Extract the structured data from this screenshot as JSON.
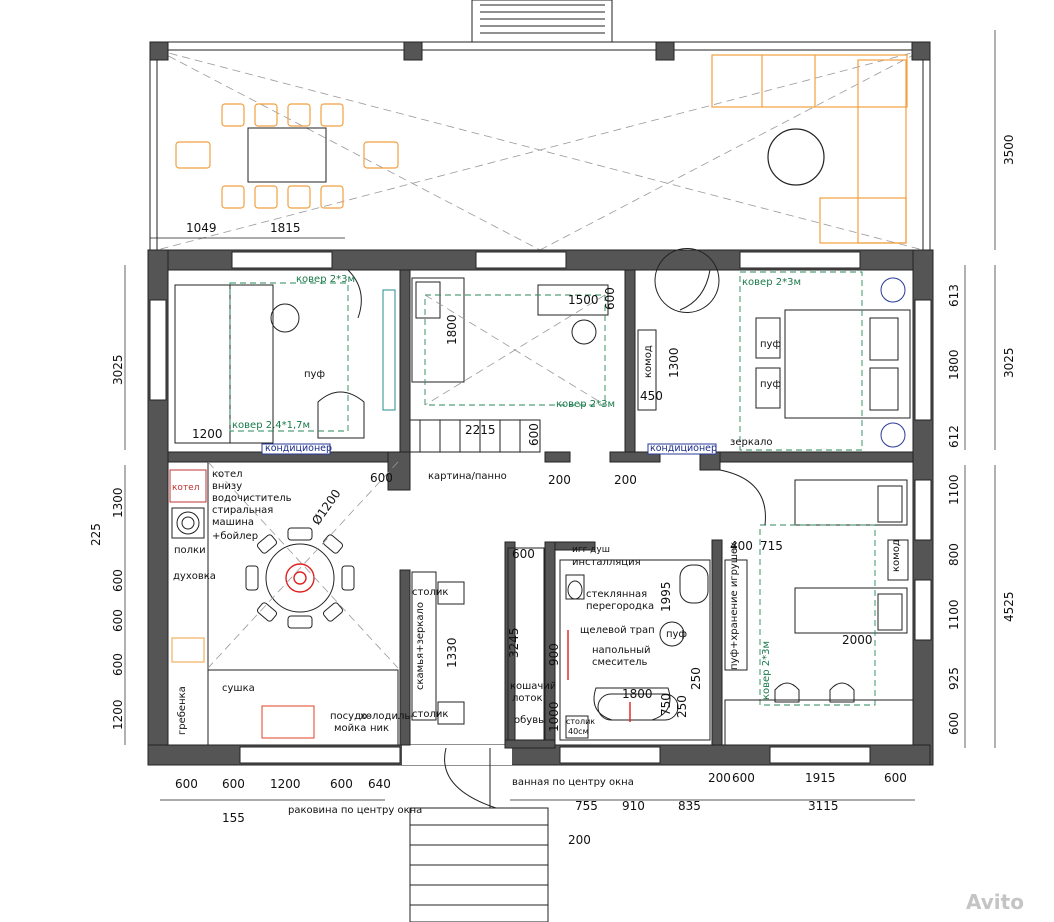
{
  "dims": {
    "top_left": "1049",
    "top_mid": "1815",
    "right_terrace": "3500",
    "left_upper": "3025",
    "right_upper": "3025",
    "right_613": "613",
    "right_1800": "1800",
    "right_612": "612",
    "right_1100a": "1100",
    "right_800": "800",
    "right_1100b": "1100",
    "right_925": "925",
    "right_600": "600",
    "right_total_lower": "4525",
    "left_1300": "1300",
    "left_225": "225",
    "left_600a": "600",
    "left_600b": "600",
    "left_600c": "600",
    "left_1200": "1200",
    "bottom_600a": "600",
    "bottom_600b": "600",
    "bottom_1200": "1200",
    "bottom_600c": "600",
    "bottom_640": "640",
    "bottom_155": "155",
    "bottom_755": "755",
    "bottom_910": "910",
    "bottom_835": "835",
    "bottom_200a": "200",
    "bottom_600d": "600",
    "bottom_1915": "1915",
    "bottom_600e": "600",
    "bottom_3115": "3115",
    "bottom_200b": "200",
    "in_1200": "1200",
    "in_1800": "1800",
    "in_1500": "1500",
    "in_600": "600",
    "in_1300": "1300",
    "in_450": "450",
    "in_2215": "2215",
    "in_600b": "600",
    "in_600c": "600",
    "in_200a": "200",
    "in_200b": "200",
    "in_o1200": "Ø1200",
    "in_1330": "1330",
    "in_3245": "3245",
    "in_900": "900",
    "in_1000": "1000",
    "in_1800b": "1800",
    "in_750": "750",
    "in_250a": "250",
    "in_250b": "250",
    "in_1995": "1995",
    "in_400": "400",
    "in_715": "715",
    "in_2000": "2000",
    "in_600d": "600"
  },
  "labels": {
    "carpet1": "ковер 2*3м",
    "carpet2": "ковер 2,4*1,7м",
    "carpet3": "ковер 2*3м",
    "carpet4": "ковер 2*3м",
    "carpet5": "ковер 2*3м",
    "pouf1": "пуф",
    "pouf2": "пуф",
    "pouf3": "пуф",
    "pouf4": "пуф",
    "ac1": "кондиционер",
    "ac2": "кондиционер",
    "mirror": "зеркало",
    "dresser1": "комод",
    "dresser2": "комод",
    "painting": "картина/панно",
    "boiler_tag": "котел",
    "boiler_desc1": "котел",
    "boiler_desc2": "внизу",
    "boiler_desc3": "водочиститель",
    "boiler_desc4": "стиральная",
    "boiler_desc5": "машина",
    "boiler_desc6": "+бойлер",
    "shelves": "полки",
    "oven": "духовка",
    "dryer": "сушка",
    "rail": "гребенка",
    "dishwasher1": "посудо-",
    "dishwasher2": "мойка",
    "fridge1": "холодиль-",
    "fridge2": "ник",
    "sink_note": "раковина по центру окна",
    "stool1": "столик",
    "stool2": "столик",
    "bench_mirror": "скамья+зеркало",
    "cat_tray1": "кошачий",
    "cat_tray2": "лоток",
    "shoes": "обувь",
    "wc1": "инсталляция",
    "wc0": "игг душ",
    "glass1": "стеклянная",
    "glass2": "перегородка",
    "drain": "щелевой трап",
    "mixer1": "напольный",
    "mixer2": "смеситель",
    "table40": "столик",
    "table40b": "40см",
    "bath_note": "ванная по центру окна",
    "toys": "пуф+хранение игрушек",
    "watermark": "Avito"
  }
}
